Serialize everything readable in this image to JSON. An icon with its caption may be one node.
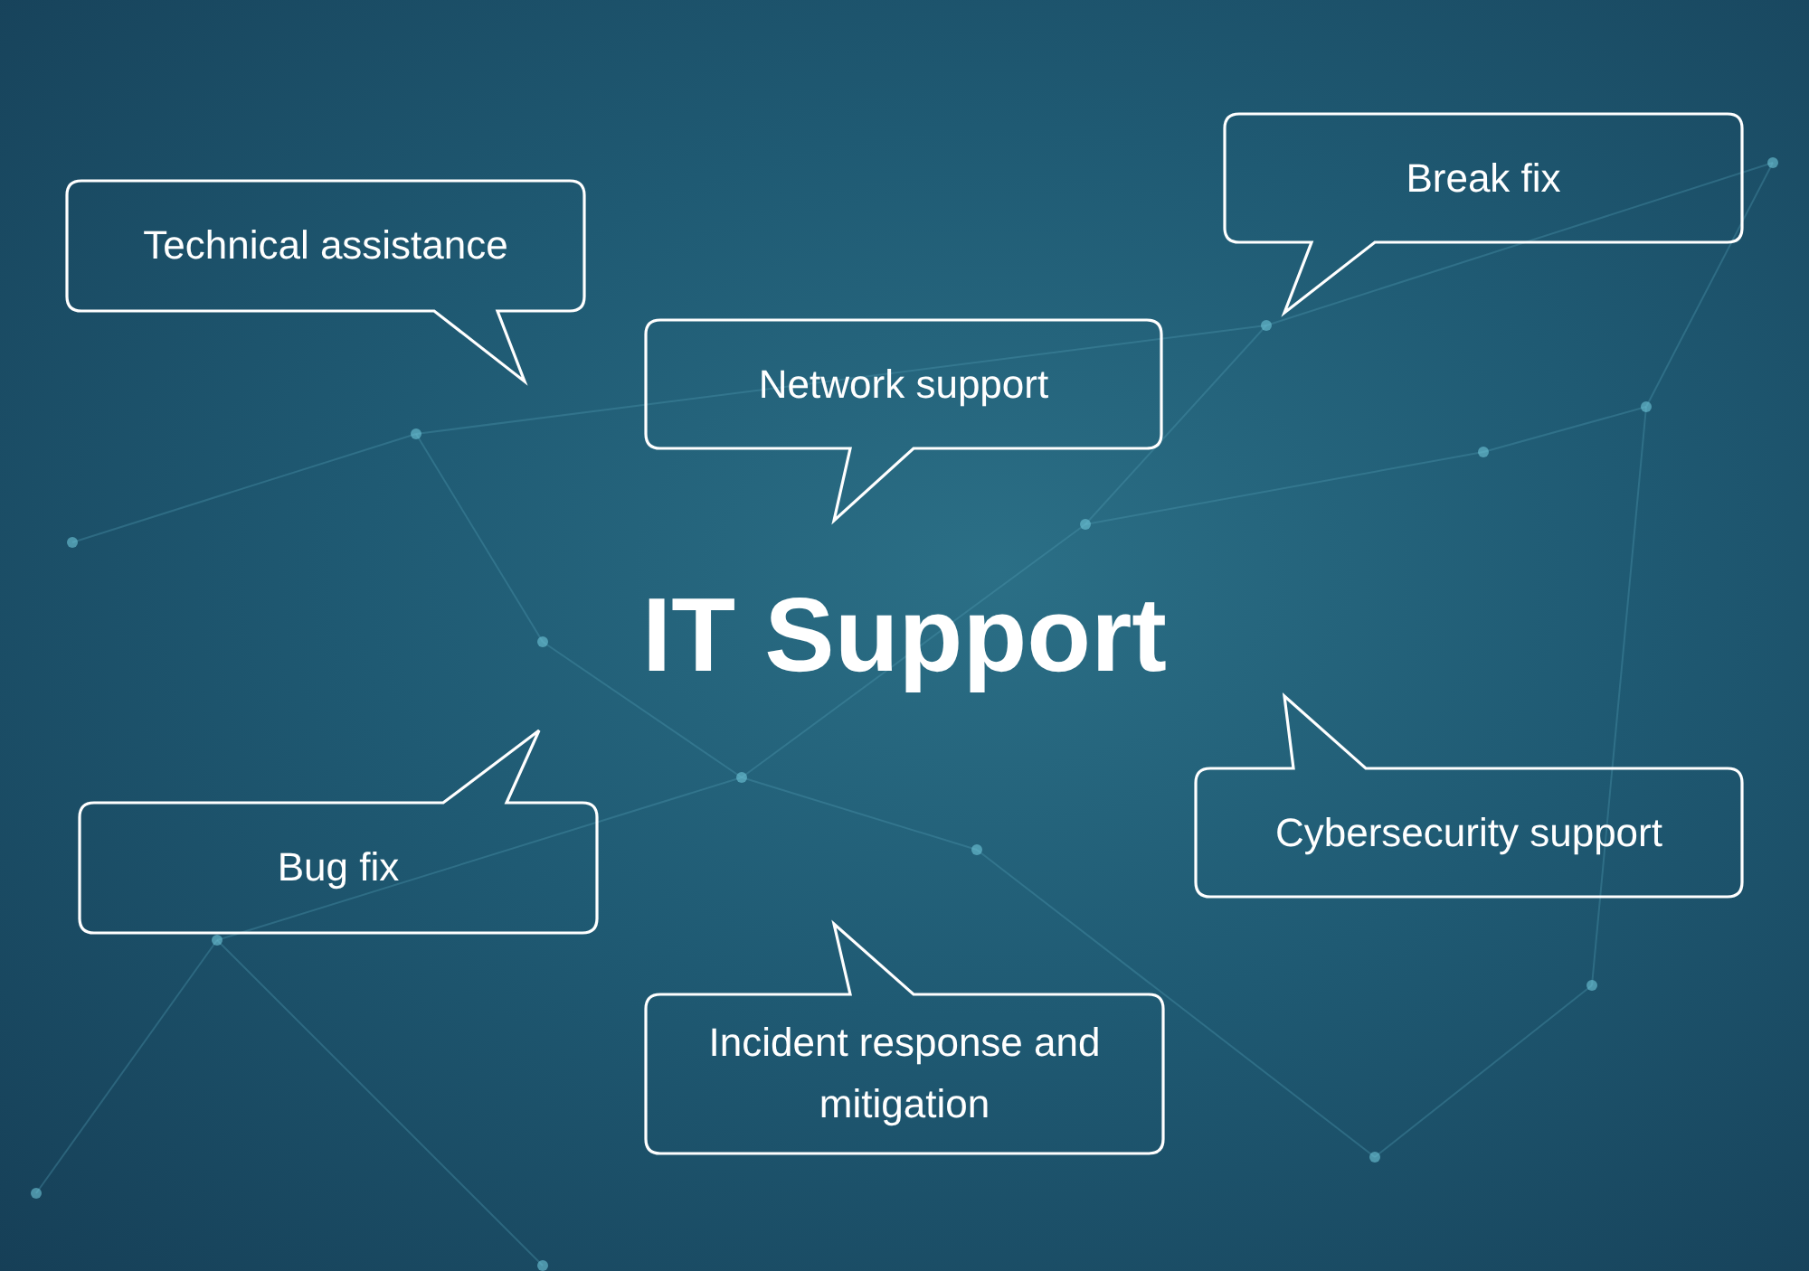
{
  "diagram": {
    "title": "IT Support",
    "nodes": [
      {
        "text": [
          "Technical assistance"
        ]
      },
      {
        "text": [
          "Network support"
        ]
      },
      {
        "text": [
          "Break fix"
        ]
      },
      {
        "text": [
          "Bug fix"
        ]
      },
      {
        "text": [
          "Cybersecurity support"
        ]
      },
      {
        "text": [
          "Incident response and mitigation"
        ]
      }
    ],
    "edges": []
  }
}
